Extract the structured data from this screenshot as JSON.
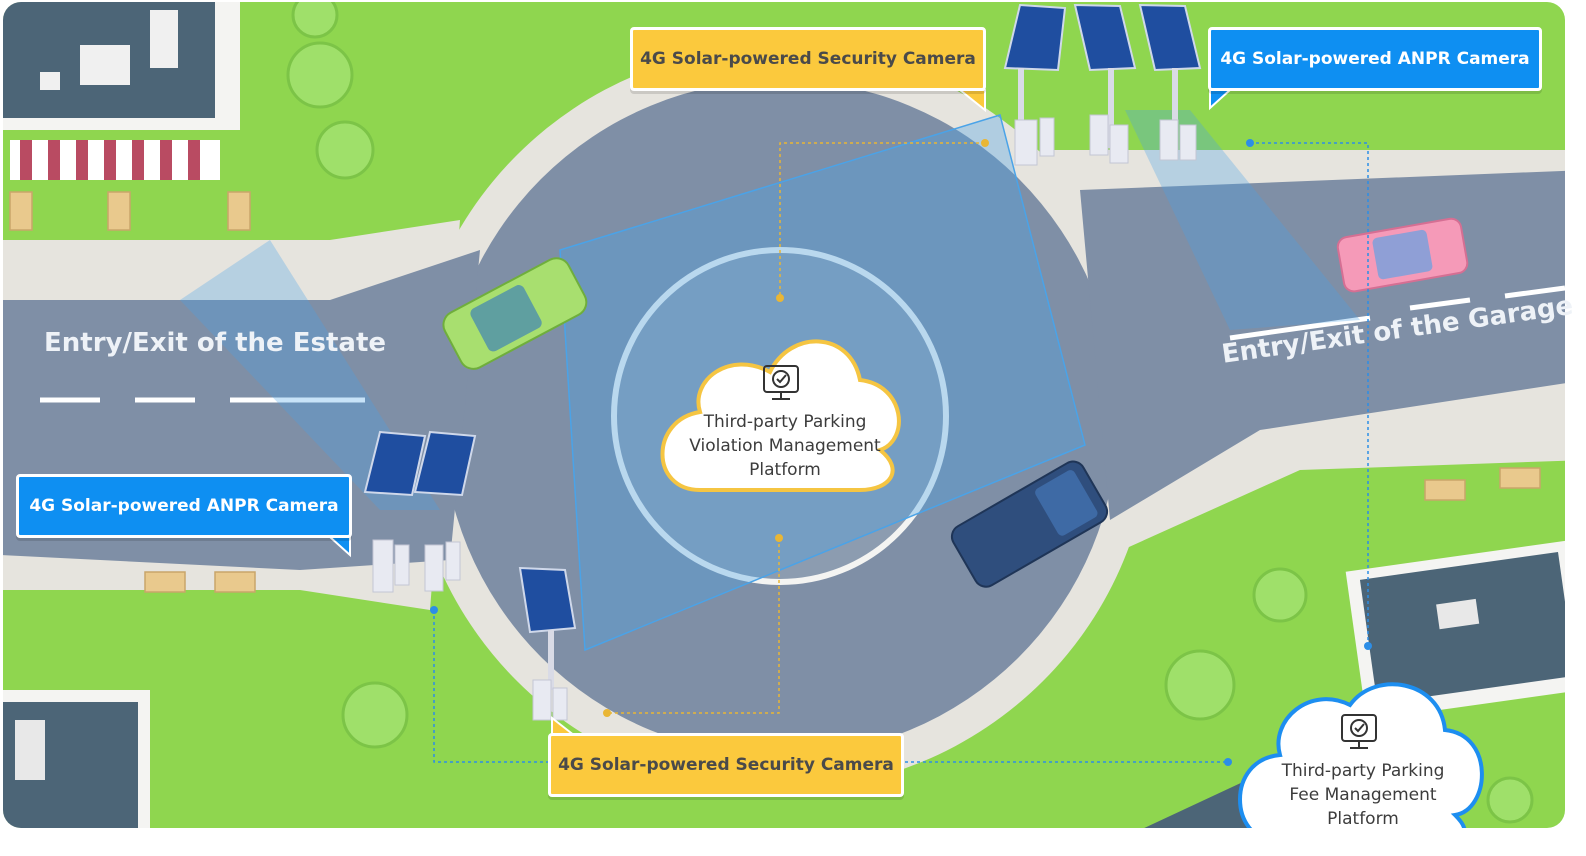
{
  "road_labels": {
    "estate": "Entry/Exit of the Estate",
    "garage": "Entry/Exit of the Garage"
  },
  "callouts": {
    "security_camera_top": "4G Solar-powered Security Camera",
    "anpr_camera_right": "4G Solar-powered ANPR Camera",
    "anpr_camera_left": "4G Solar-powered ANPR Camera",
    "security_camera_bottom": "4G Solar-powered Security Camera"
  },
  "platforms": {
    "violation": [
      "Third-party Parking",
      "Violation Management",
      "Platform"
    ],
    "fee": [
      "Third-party Parking",
      "Fee Management",
      "Platform"
    ]
  },
  "icons": {
    "monitor": "monitor-check-icon",
    "solar": "solar-panel-icon"
  },
  "colors": {
    "grass": "#8fd64f",
    "road": "#7f8fa6",
    "sidewalk": "#e6e4de",
    "callout_yellow": "#fbc93d",
    "callout_blue": "#0e8ff2",
    "cloud_border_yellow": "#f5c542",
    "cloud_border_blue": "#1d8ef0",
    "camera_fov": "#4aa3e8",
    "connector_yellow": "#e9b635",
    "connector_blue": "#2d8ee6"
  }
}
